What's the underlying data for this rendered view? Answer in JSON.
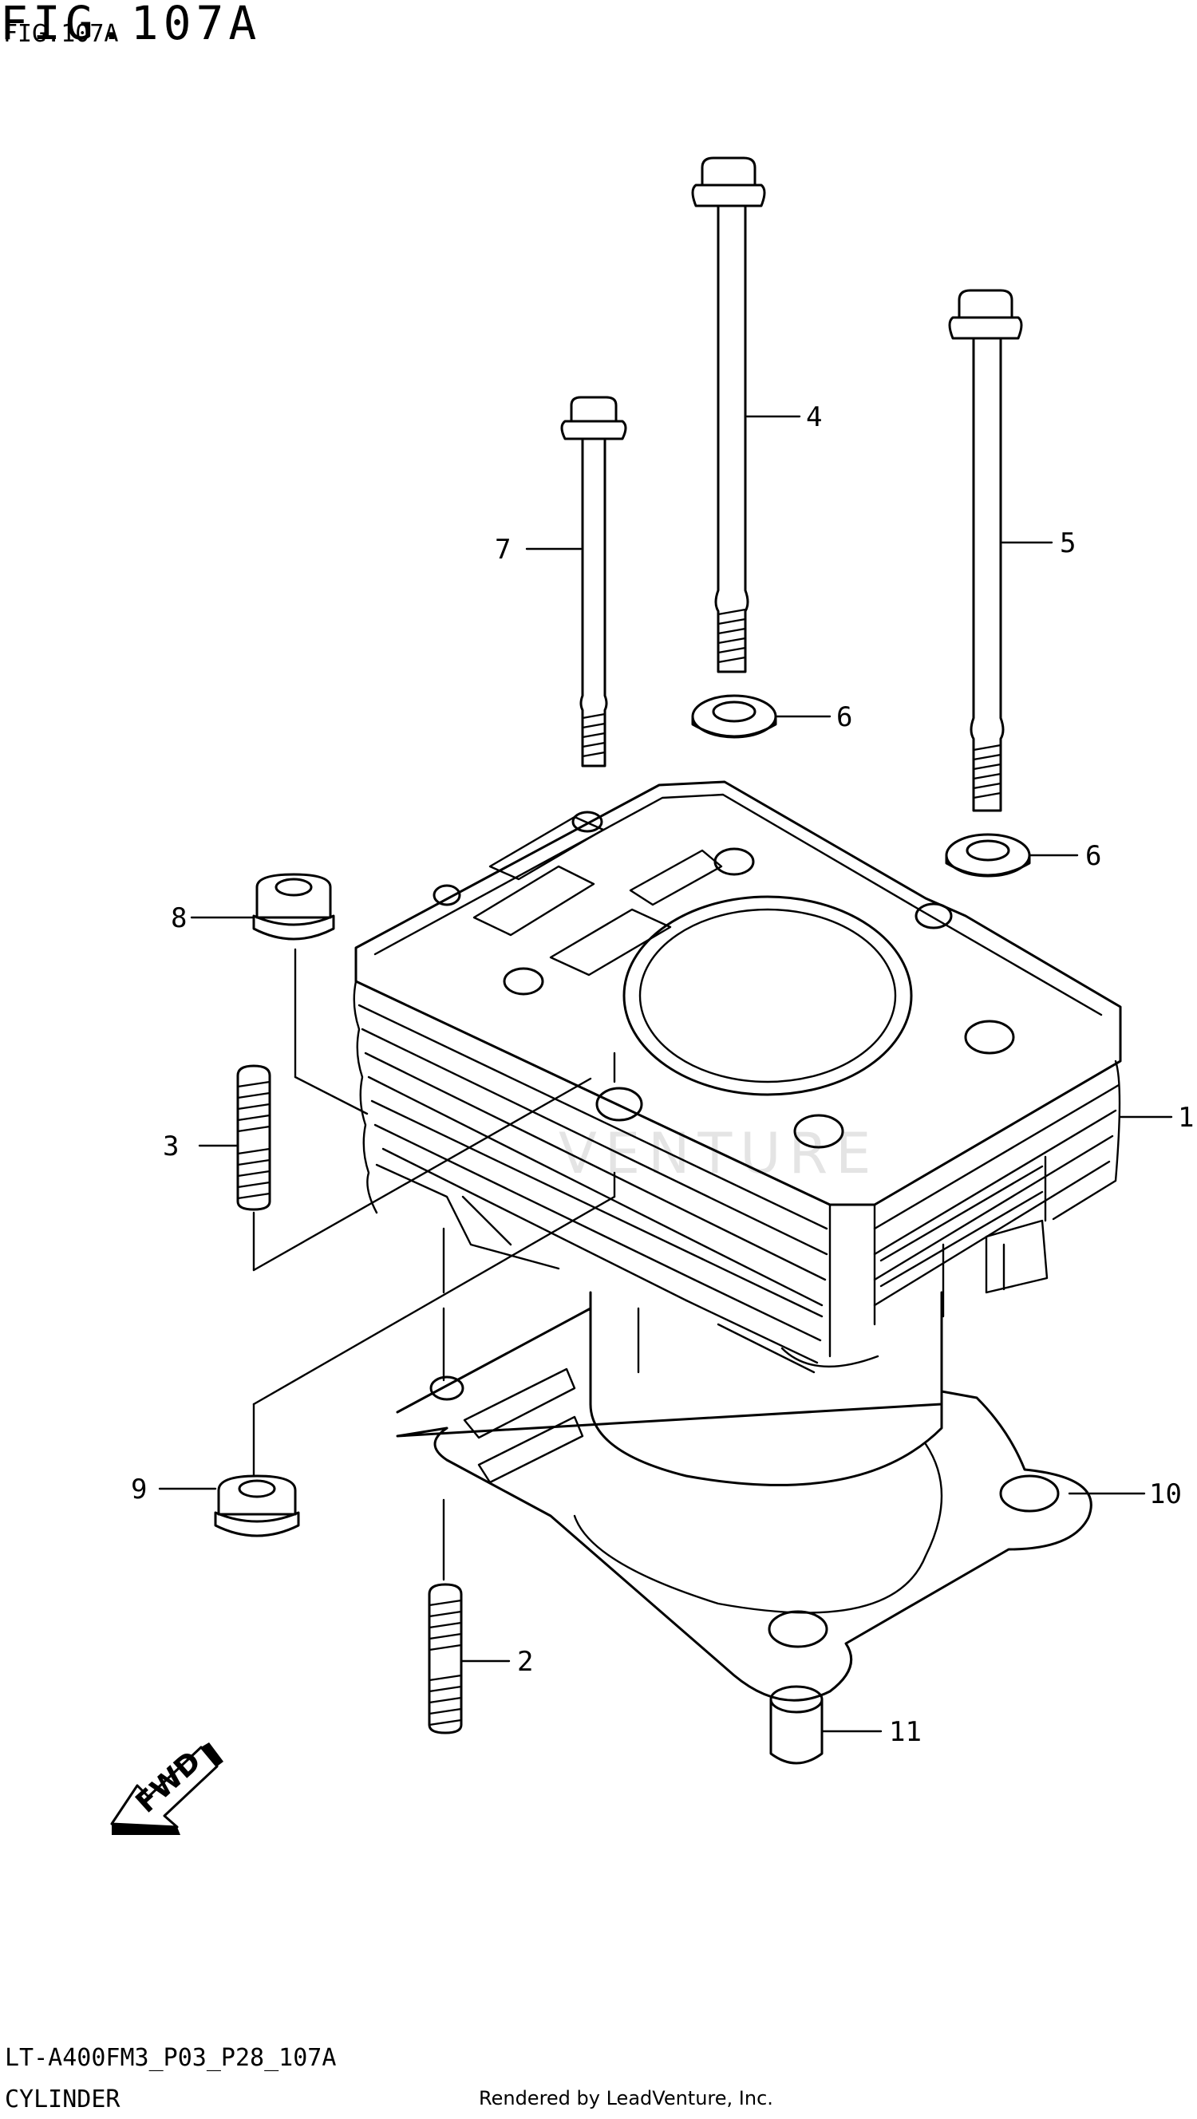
{
  "header": {
    "fig_title": "FIG.107A",
    "fig_title_small": "FIG.107A"
  },
  "footer": {
    "model_code": "LT-A400FM3_P03_P28_107A",
    "diagram_name": "CYLINDER",
    "credit": "Rendered by LeadVenture, Inc."
  },
  "watermark": "VENTURE",
  "fwd_label": "FWD",
  "callouts": [
    {
      "id": "1",
      "label": "1"
    },
    {
      "id": "2",
      "label": "2"
    },
    {
      "id": "3",
      "label": "3"
    },
    {
      "id": "4",
      "label": "4"
    },
    {
      "id": "5",
      "label": "5"
    },
    {
      "id": "6a",
      "label": "6"
    },
    {
      "id": "6b",
      "label": "6"
    },
    {
      "id": "7",
      "label": "7"
    },
    {
      "id": "8",
      "label": "8"
    },
    {
      "id": "9",
      "label": "9"
    },
    {
      "id": "10",
      "label": "10"
    },
    {
      "id": "11",
      "label": "11"
    }
  ]
}
